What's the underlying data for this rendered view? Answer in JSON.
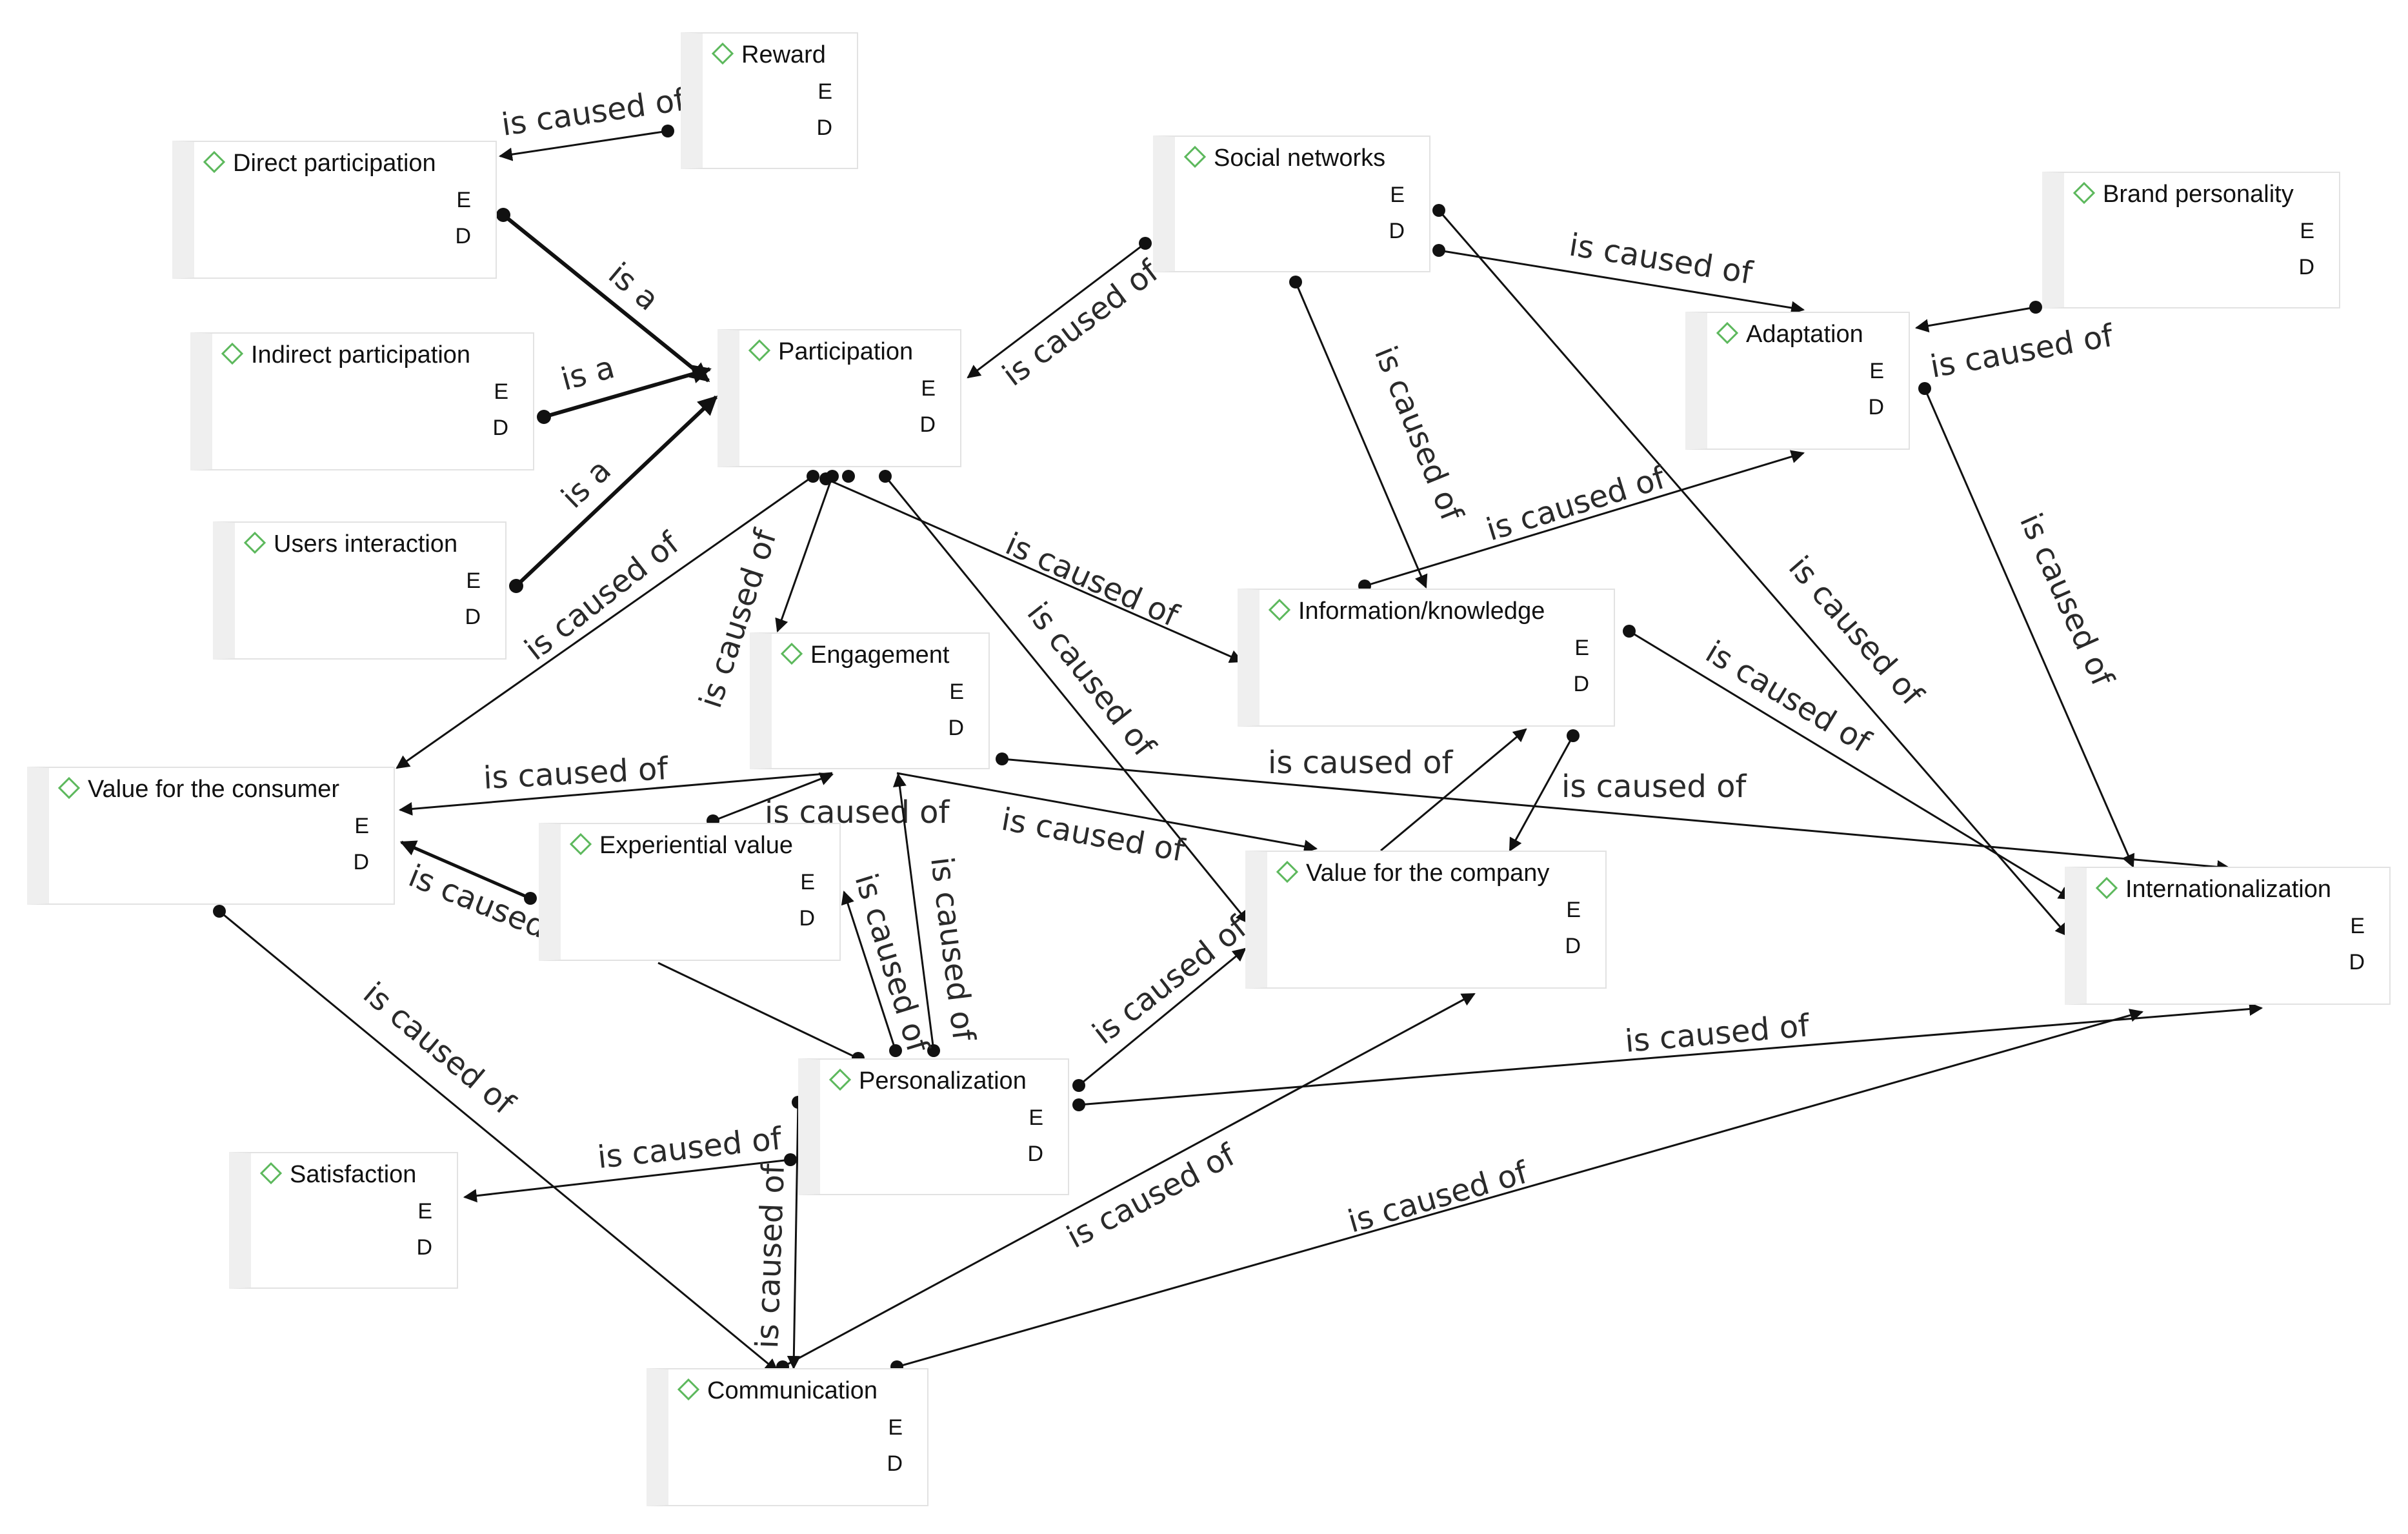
{
  "nodes": [
    {
      "id": "reward",
      "name": "Reward",
      "e": "E",
      "d": "D"
    },
    {
      "id": "direct_participation",
      "name": "Direct participation",
      "e": "E",
      "d": "D"
    },
    {
      "id": "social_networks",
      "name": "Social networks",
      "e": "E",
      "d": "D"
    },
    {
      "id": "brand_personality",
      "name": "Brand personality",
      "e": "E",
      "d": "D"
    },
    {
      "id": "indirect_participation",
      "name": "Indirect participation",
      "e": "E",
      "d": "D"
    },
    {
      "id": "participation",
      "name": "Participation",
      "e": "E",
      "d": "D"
    },
    {
      "id": "adaptation",
      "name": "Adaptation",
      "e": "E",
      "d": "D"
    },
    {
      "id": "users_interaction",
      "name": "Users interaction",
      "e": "E",
      "d": "D"
    },
    {
      "id": "information_knowledge",
      "name": "Information/knowledge",
      "e": "E",
      "d": "D"
    },
    {
      "id": "engagement",
      "name": "Engagement",
      "e": "E",
      "d": "D"
    },
    {
      "id": "value_consumer",
      "name": "Value for the consumer",
      "e": "E",
      "d": "D"
    },
    {
      "id": "experiential_value",
      "name": "Experiential value",
      "e": "E",
      "d": "D"
    },
    {
      "id": "value_company",
      "name": "Value for the company",
      "e": "E",
      "d": "D"
    },
    {
      "id": "internationalization",
      "name": "Internationalization",
      "e": "E",
      "d": "D"
    },
    {
      "id": "personalization",
      "name": "Personalization",
      "e": "E",
      "d": "D"
    },
    {
      "id": "satisfaction",
      "name": "Satisfaction",
      "e": "E",
      "d": "D"
    },
    {
      "id": "communication",
      "name": "Communication",
      "e": "E",
      "d": "D"
    }
  ],
  "relation_labels": {
    "caused": "is caused of",
    "is_a": "is a"
  },
  "edges": [
    {
      "from": "reward",
      "to": "direct_participation",
      "label": "is caused of"
    },
    {
      "from": "direct_participation",
      "to": "participation",
      "label": "is a"
    },
    {
      "from": "indirect_participation",
      "to": "participation",
      "label": "is a"
    },
    {
      "from": "users_interaction",
      "to": "participation",
      "label": "is a"
    },
    {
      "from": "social_networks",
      "to": "participation",
      "label": "is caused of"
    },
    {
      "from": "social_networks",
      "to": "adaptation",
      "label": "is caused of"
    },
    {
      "from": "social_networks",
      "to": "information_knowledge",
      "label": "is caused of"
    },
    {
      "from": "social_networks",
      "to": "internationalization",
      "label": "is caused of"
    },
    {
      "from": "brand_personality",
      "to": "adaptation",
      "label": "is caused of"
    },
    {
      "from": "adaptation",
      "to": "internationalization",
      "label": "is caused of"
    },
    {
      "from": "information_knowledge",
      "to": "adaptation",
      "label": "is caused of"
    },
    {
      "from": "information_knowledge",
      "to": "internationalization",
      "label": "is caused of"
    },
    {
      "from": "information_knowledge",
      "to": "value_company",
      "label": "is caused of"
    },
    {
      "from": "participation",
      "to": "information_knowledge",
      "label": "is caused of"
    },
    {
      "from": "participation",
      "to": "engagement",
      "label": "is caused of"
    },
    {
      "from": "participation",
      "to": "value_consumer",
      "label": "is caused of"
    },
    {
      "from": "participation",
      "to": "value_company",
      "label": "is caused of"
    },
    {
      "from": "engagement",
      "to": "value_consumer",
      "label": "is caused of"
    },
    {
      "from": "engagement",
      "to": "value_company",
      "label": "is caused of"
    },
    {
      "from": "engagement",
      "to": "internationalization",
      "label": "is caused of"
    },
    {
      "from": "experiential_value",
      "to": "value_consumer",
      "label": "is caused of"
    },
    {
      "from": "experiential_value",
      "to": "engagement",
      "label": "is caused of"
    },
    {
      "from": "personalization",
      "to": "engagement",
      "label": "is caused of"
    },
    {
      "from": "personalization",
      "to": "experiential_value",
      "label": "is caused of"
    },
    {
      "from": "personalization",
      "to": "value_company",
      "label": "is caused of"
    },
    {
      "from": "personalization",
      "to": "internationalization",
      "label": "is caused of"
    },
    {
      "from": "personalization",
      "to": "satisfaction",
      "label": "is caused of"
    },
    {
      "from": "personalization",
      "to": "communication",
      "label": "is caused of"
    },
    {
      "from": "value_company",
      "to": "information_knowledge",
      "label": "is caused of"
    },
    {
      "from": "value_consumer",
      "to": "communication",
      "label": "is caused of"
    },
    {
      "from": "communication",
      "to": "value_company",
      "label": "is caused of"
    },
    {
      "from": "communication",
      "to": "internationalization",
      "label": "is caused of"
    }
  ],
  "colors": {
    "icon_stroke": "#5cb85c",
    "edge": "#111111"
  }
}
